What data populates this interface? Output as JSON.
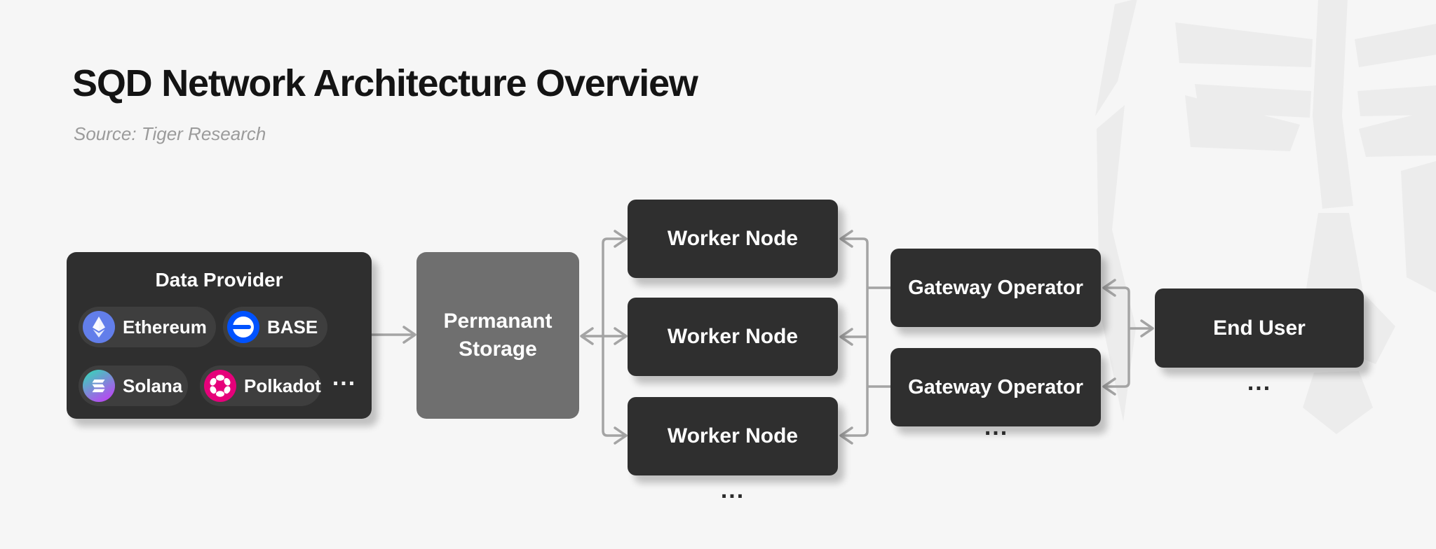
{
  "header": {
    "title": "SQD Network Architecture Overview",
    "source": "Source: Tiger Research"
  },
  "diagram": {
    "data_provider": {
      "title": "Data Provider",
      "providers": [
        {
          "label": "Ethereum",
          "icon": "ethereum-icon",
          "color": "#627eea"
        },
        {
          "label": "BASE",
          "icon": "base-icon",
          "color": "#0052ff"
        },
        {
          "label": "Solana",
          "icon": "solana-icon",
          "color": "#2de0b4",
          "color2": "#b44df0"
        },
        {
          "label": "Polkadot",
          "icon": "polkadot-icon",
          "color": "#e6007a"
        }
      ],
      "more_label": "..."
    },
    "storage": {
      "label": "Permanant Storage"
    },
    "worker_nodes": [
      {
        "label": "Worker Node"
      },
      {
        "label": "Worker Node"
      },
      {
        "label": "Worker Node"
      }
    ],
    "worker_more": "...",
    "gateways": [
      {
        "label": "Gateway Operator"
      },
      {
        "label": "Gateway Operator"
      }
    ],
    "gateway_more": "...",
    "end_user": {
      "label": "End User"
    },
    "end_user_more": "..."
  },
  "colors": {
    "background": "#f6f6f6",
    "node_dark": "#2f2f2f",
    "chip": "#3e3e3e",
    "storage_gray": "#6f6f6f",
    "connector": "#a4a4a4",
    "watermark": "#ececec",
    "title_text": "#141414",
    "source_text": "#9b9b9b"
  }
}
